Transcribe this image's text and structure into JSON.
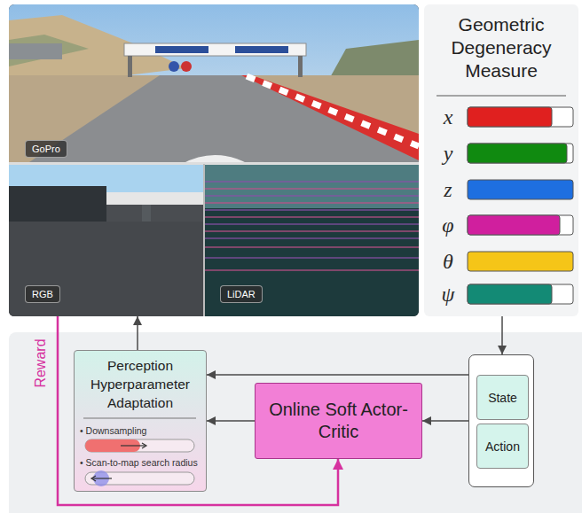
{
  "diagram": {
    "nodes": [
      {
        "text": []
      },
      {
        "text": [
          "GoPro"
        ],
        "in": 0
      },
      {
        "text": [
          "RGB"
        ],
        "in": 0
      },
      {
        "text": [
          "LiDAR"
        ],
        "in": 0
      },
      {
        "text": [
          "Geometric Degeneracy Measure"
        ]
      },
      {
        "text": [
          "Perception Hyperparameter Adaptation",
          "• Downsampling",
          "• Scan-to-map search radius"
        ]
      },
      {
        "text": [
          "Online Soft Actor-Critic"
        ]
      },
      {
        "text": []
      },
      {
        "text": [
          "State"
        ],
        "in": 7
      },
      {
        "text": [
          "Action"
        ],
        "in": 7
      }
    ],
    "edges": [
      {
        "from": 4,
        "to": 7,
        "arrow": "to"
      },
      {
        "from": 7,
        "to": 5,
        "arrow": "to"
      },
      {
        "from": 7,
        "to": 6,
        "arrow": "to"
      },
      {
        "from": 6,
        "to": 5,
        "arrow": "to"
      },
      {
        "from": 5,
        "to": 0,
        "arrow": "to"
      },
      {
        "from": 0,
        "to": 6,
        "label": "Reward",
        "arrow": "to"
      }
    ],
    "labels": [
      "x",
      "y",
      "z",
      "φ",
      "θ",
      "ψ"
    ]
  }
}
